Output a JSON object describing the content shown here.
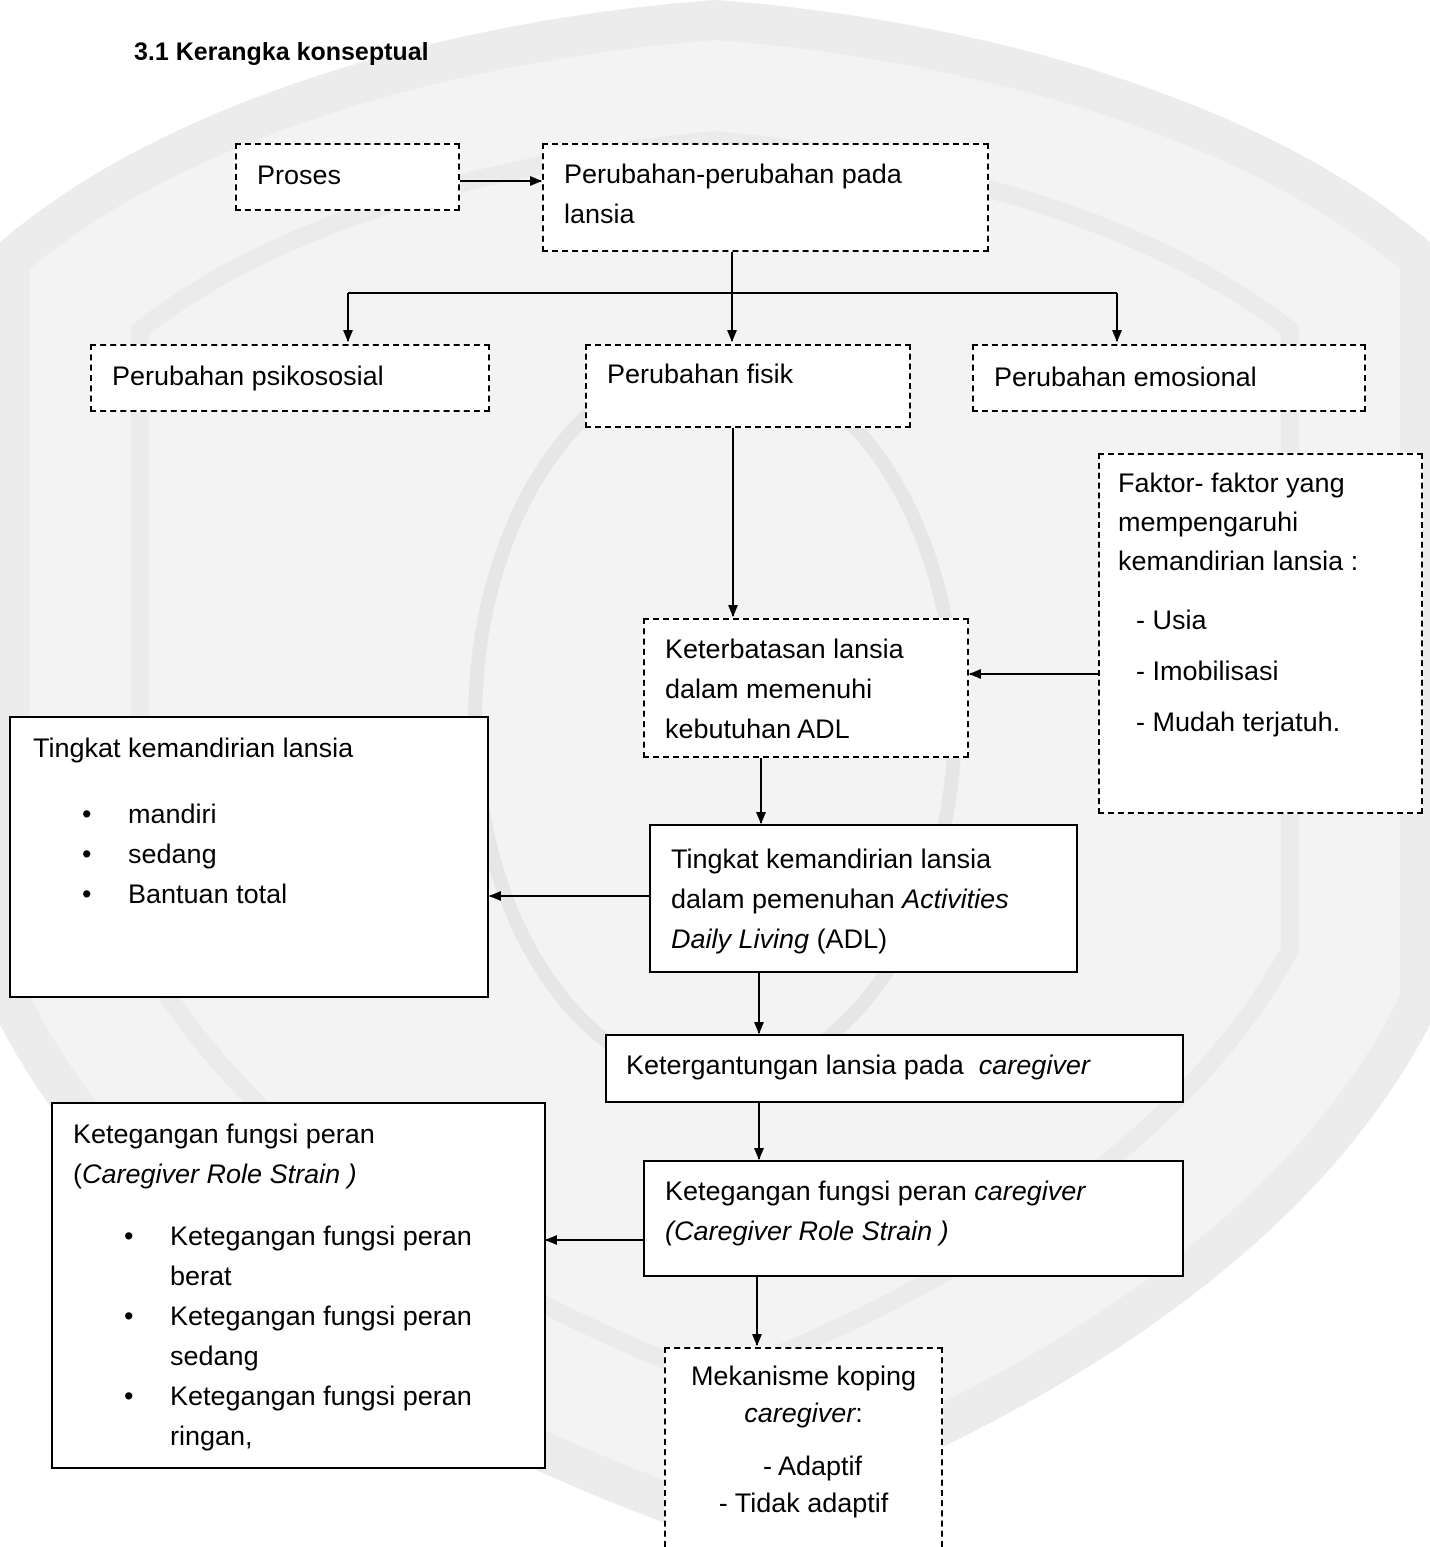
{
  "title": "3.1 Kerangka konseptual",
  "boxes": {
    "proses": "Proses",
    "perubahan": "Perubahan-perubahan pada lansia",
    "psikososial": "Perubahan psikososial",
    "fisik": "Perubahan fisik",
    "emosional": "Perubahan emosional",
    "faktor": {
      "heading": "Faktor- faktor yang mempengaruhi kemandirian lansia :",
      "items": [
        "- Usia",
        "- Imobilisasi",
        "- Mudah terjatuh."
      ]
    },
    "keterbatasan": "Keterbatasan lansia dalam memenuhi kebutuhan ADL",
    "tingkat_list": {
      "heading": "Tingkat kemandirian lansia",
      "items": [
        "mandiri",
        "sedang",
        "Bantuan total"
      ]
    },
    "tingkat_adl": {
      "part1": "Tingkat kemandirian lansia dalam pemenuhan ",
      "italic1": "Activities Daily Living",
      "part2": " (ADL)"
    },
    "ketergantungan": {
      "part1": "Ketergantungan lansia pada  ",
      "italic1": "caregiver"
    },
    "strain_list": {
      "heading": "Ketegangan fungsi peran",
      "paren_open": "(",
      "italic": "Caregiver Role Strain )",
      "items": [
        "Ketegangan fungsi peran berat",
        "Ketegangan fungsi peran sedang",
        "Ketegangan fungsi peran ringan,"
      ]
    },
    "strain": {
      "part1": "Ketegangan fungsi peran ",
      "italic1": "caregiver",
      "italic2": "(Caregiver Role Strain )"
    },
    "koping": {
      "heading": "Mekanisme koping",
      "italic": "caregiver",
      "colon": ":",
      "items": [
        "- Adaptif",
        "- Tidak adaptif"
      ]
    }
  }
}
